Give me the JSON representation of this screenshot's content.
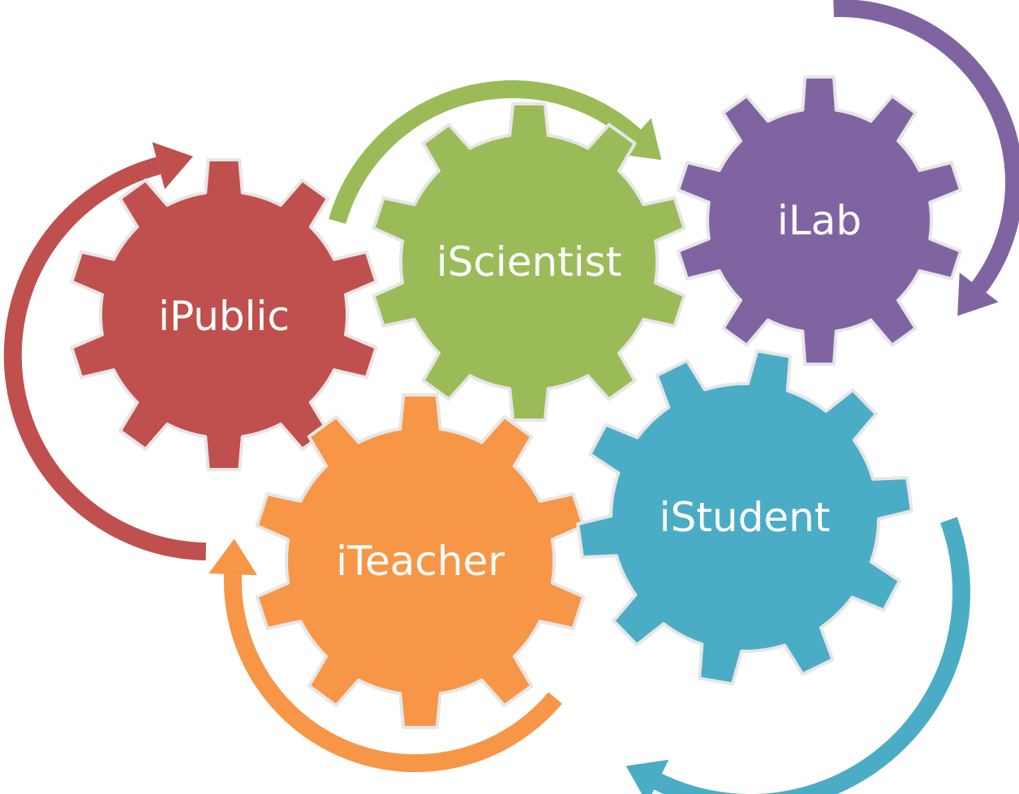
{
  "diagram": {
    "gears": [
      {
        "id": "ipublic",
        "label": "iPublic",
        "color": "#C0504D"
      },
      {
        "id": "iscientist",
        "label": "iScientist",
        "color": "#9BBB59"
      },
      {
        "id": "ilab",
        "label": "iLab",
        "color": "#8064A2"
      },
      {
        "id": "istudent",
        "label": "iStudent",
        "color": "#4BACC6"
      },
      {
        "id": "iteacher",
        "label": "iTeacher",
        "color": "#F79646"
      }
    ],
    "arrows": [
      {
        "id": "green-arrow",
        "from": "iPublic",
        "to": "iLab",
        "color": "#9BBB59"
      },
      {
        "id": "purple-arrow",
        "from": "iLab",
        "to": "iStudent",
        "color": "#8064A2"
      },
      {
        "id": "blue-arrow",
        "from": "iStudent",
        "to": "iTeacher",
        "color": "#4BACC6"
      },
      {
        "id": "orange-arrow",
        "from": "iTeacher",
        "to": "iTeacher",
        "color": "#F79646"
      },
      {
        "id": "red-arrow",
        "from": "iTeacher",
        "to": "iPublic",
        "color": "#C0504D"
      }
    ],
    "outline_color": "#E6E6E6"
  }
}
